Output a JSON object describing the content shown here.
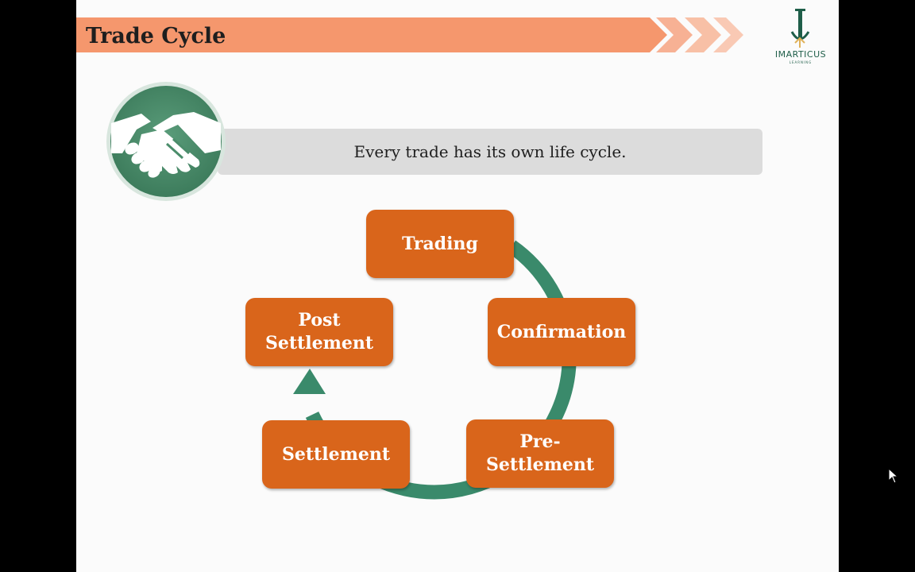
{
  "slide": {
    "title": "Trade Cycle",
    "caption": "Every trade has its own life cycle."
  },
  "logo": {
    "name": "IMARTICUS",
    "tagline": "LEARNING"
  },
  "cycle": {
    "stages": [
      "Trading",
      "Confirmation",
      "Pre-\nSettlement",
      "Settlement",
      "Post\nSettlement"
    ]
  },
  "icons": {
    "handshake": "handshake-icon",
    "arrow": "cycle-arrow-icon",
    "cursor": "mouse-pointer-icon"
  },
  "colors": {
    "accent_orange": "#d9651b",
    "title_band": "#f5976d",
    "cycle_green": "#3a8a6b",
    "circle_green": "#4b8d6b",
    "caption_gray": "#dcdcdc"
  }
}
